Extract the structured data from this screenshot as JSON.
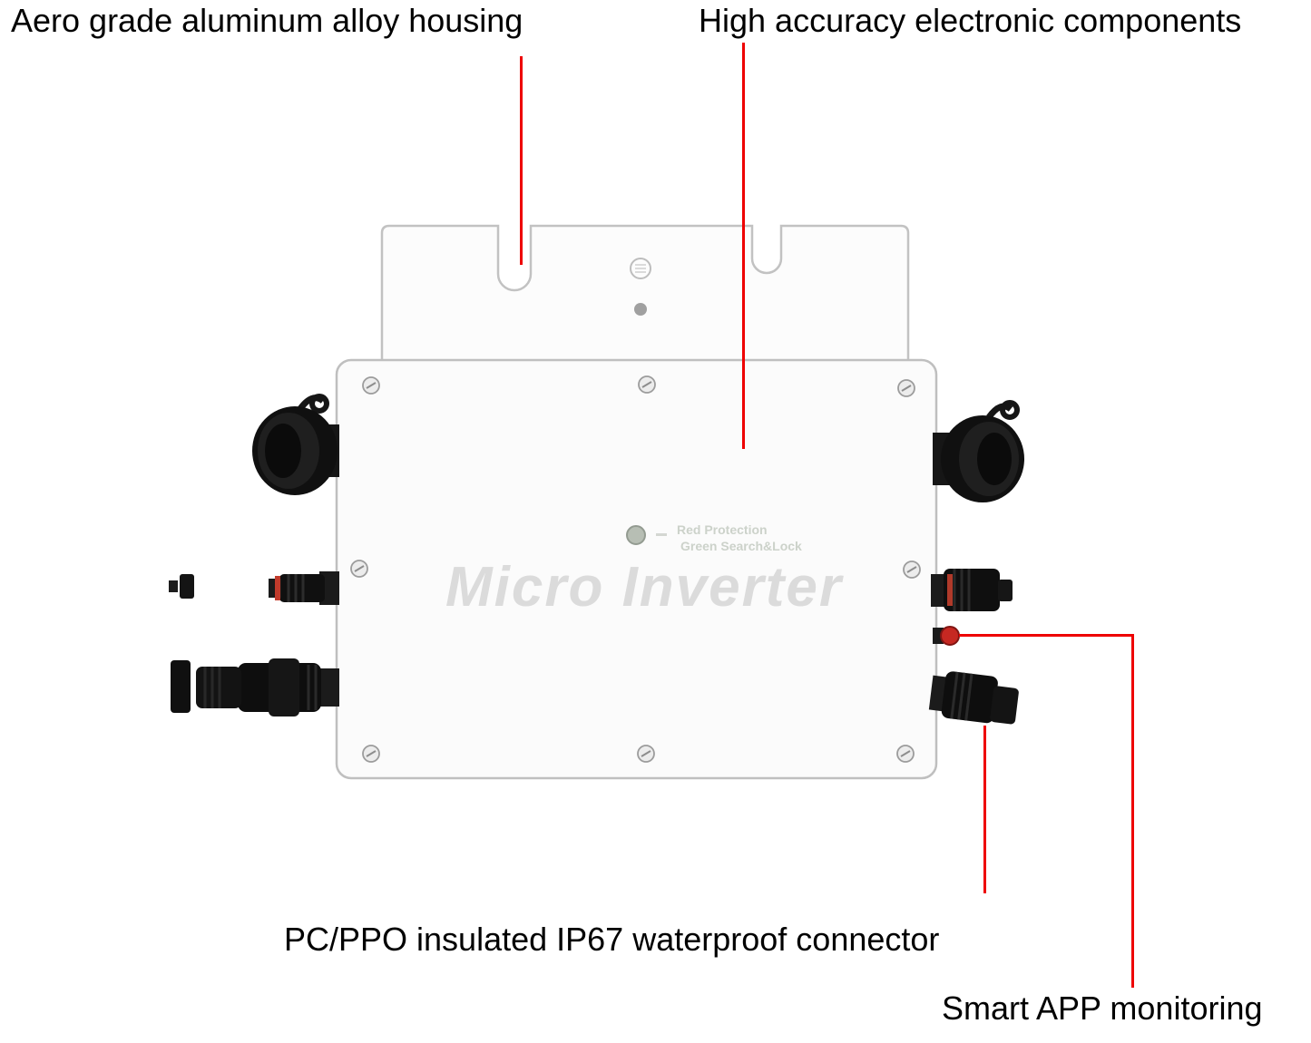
{
  "figure": {
    "background": "#ffffff",
    "leader_color": "#ee0000",
    "text_color": "#000000"
  },
  "annotations": {
    "housing": {
      "label": "Aero grade aluminum alloy housing"
    },
    "components": {
      "label": "High accuracy electronic components"
    },
    "waterproof_connector": {
      "label": "PC/PPO insulated IP67 waterproof connector"
    },
    "smart_app": {
      "label": "Smart APP monitoring"
    }
  },
  "device": {
    "watermark": "Micro Inverter",
    "led_caption_line1": "Red Protection",
    "led_caption_line2": "Green Search&Lock"
  }
}
